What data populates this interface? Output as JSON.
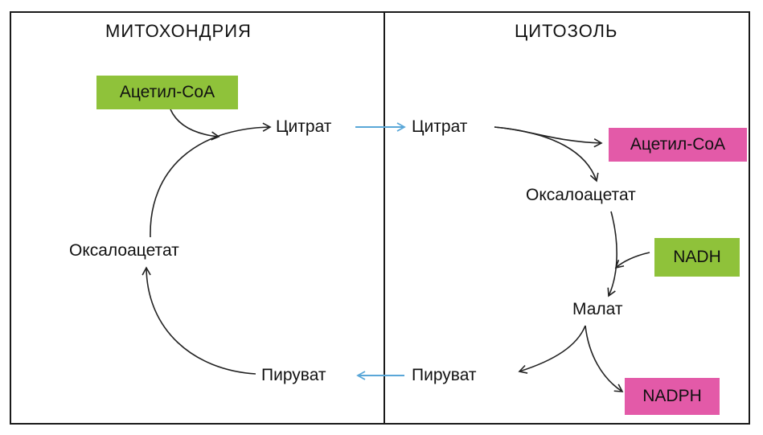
{
  "colors": {
    "green_box": "#8fc23a",
    "magenta_box": "#e35aa8",
    "transfer_arrow": "#5aa7d8",
    "arrow": "#222222"
  },
  "compartments": {
    "left": "МИТОХОНДРИЯ",
    "right": "ЦИТОЗОЛЬ"
  },
  "mitochondria": {
    "acetyl_coa": "Ацетил-CoA",
    "citrate": "Цитрат",
    "oxaloacetate": "Оксалоацетат",
    "pyruvate": "Пируват"
  },
  "cytosol": {
    "citrate": "Цитрат",
    "acetyl_coa": "Ацетил-CoA",
    "oxaloacetate": "Оксалоацетат",
    "nadh": "NADH",
    "malate": "Малат",
    "pyruvate": "Пируват",
    "nadph": "NADPH"
  }
}
